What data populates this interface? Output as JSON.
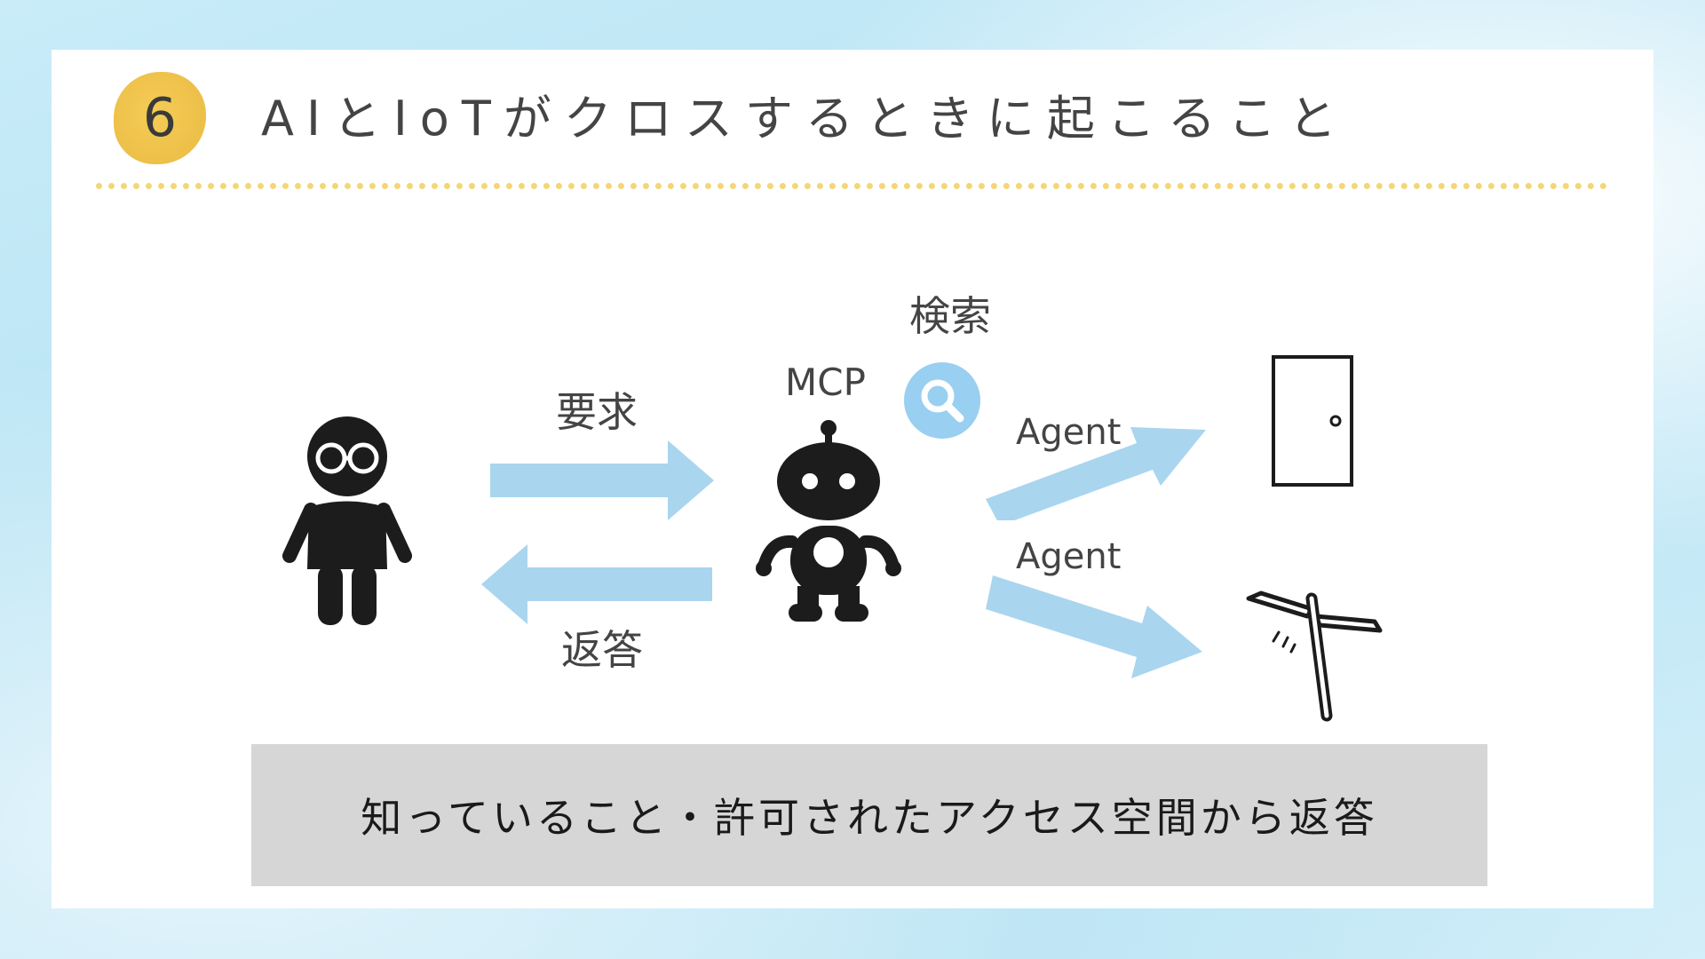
{
  "slide": {
    "number": "6",
    "title": "AIとIoTがクロスするときに起こること"
  },
  "diagram": {
    "request_label": "要求",
    "response_label": "返答",
    "mcp_label": "MCP",
    "search_label": "検索",
    "agent_label_top": "Agent",
    "agent_label_bottom": "Agent",
    "arrow_color": "#a9d5ef",
    "search_icon_color": "#99cff0",
    "icons": [
      "person-icon",
      "robot-icon",
      "search-icon",
      "door-icon",
      "bamboo-copter-icon"
    ]
  },
  "banner": {
    "text": "知っていること・許可されたアクセス空間から返答"
  },
  "colors": {
    "badge": "#eec14a",
    "divider": "#f3d774",
    "banner_bg": "#d6d6d6"
  }
}
